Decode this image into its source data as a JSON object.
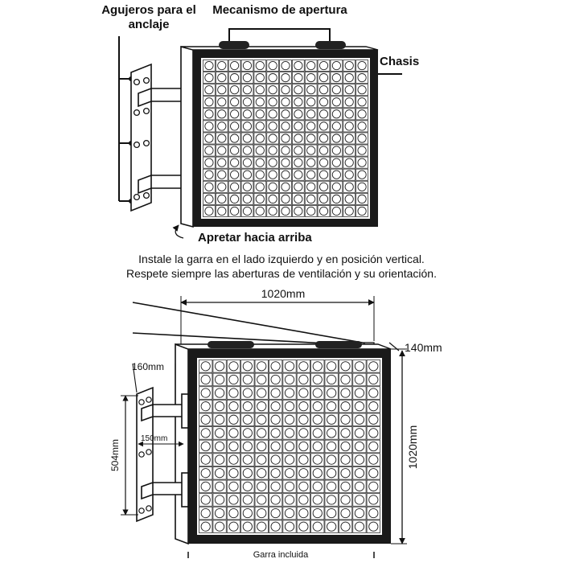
{
  "labels": {
    "anchor_holes_line1": "Agujeros para el",
    "anchor_holes_line2": "anclaje",
    "opening_mechanism": "Mecanismo de apertura",
    "chassis": "Chasis",
    "tighten_up": "Apretar hacia arriba",
    "instruction_line1": "Instale la garra en el lado izquierdo y en posición vertical.",
    "instruction_line2": "Respete siempre las aberturas de ventilación y su orientación.",
    "included_claw": "Garra incluida"
  },
  "dimensions": {
    "width": "1020mm",
    "height": "1020mm",
    "depth": "140mm",
    "arm_length": "160mm",
    "arm_spacing": "150mm",
    "bracket_height": "504mm"
  },
  "grid": {
    "cols": 13,
    "rows": 13
  },
  "colors": {
    "ink": "#111111",
    "paper": "#ffffff",
    "frame": "#1a1a1a"
  }
}
